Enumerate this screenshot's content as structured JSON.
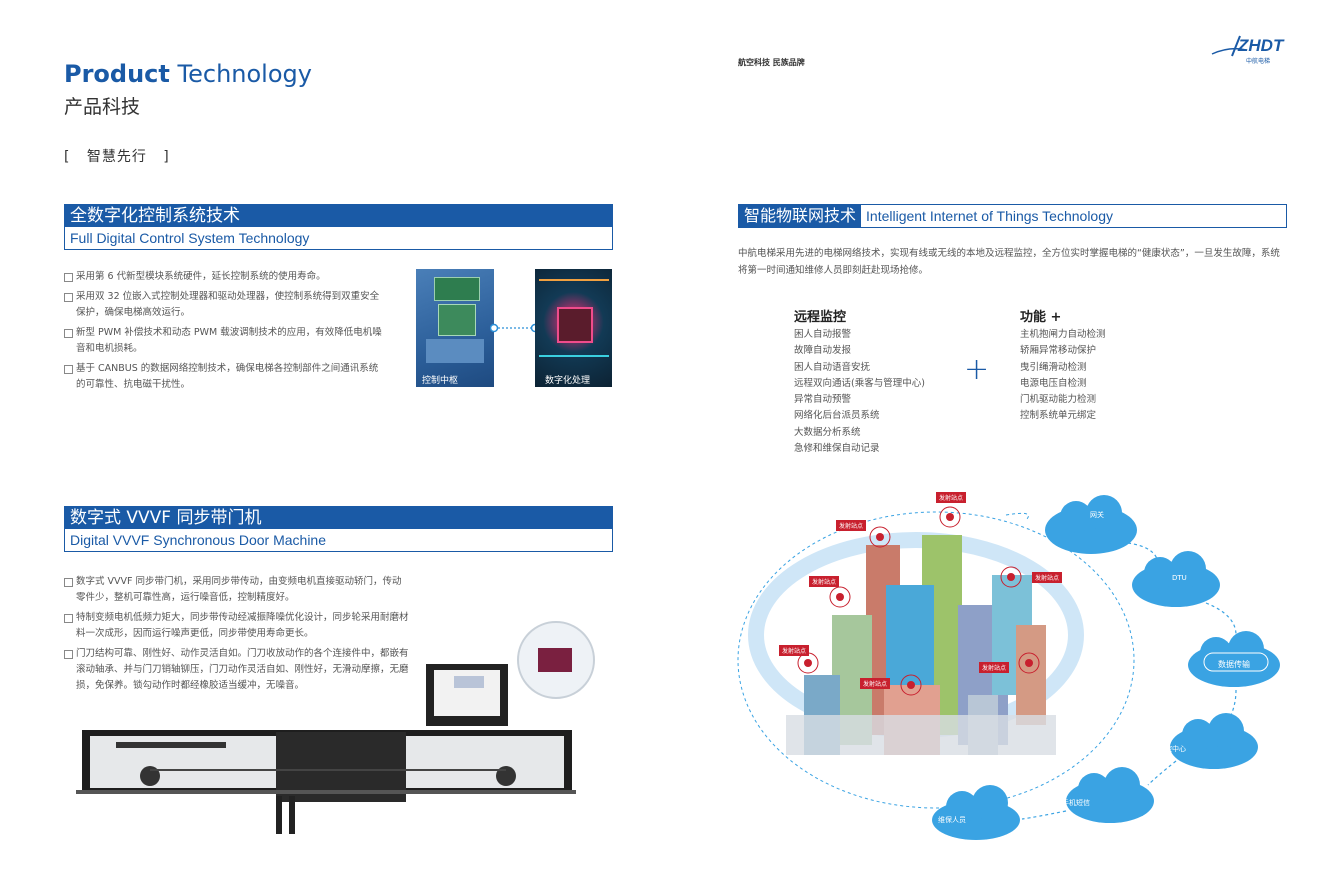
{
  "header": {
    "title_bold": "Product",
    "title_rest": "Technology",
    "title_cn": "产品科技",
    "slogan_open": "[",
    "slogan": "智慧先行",
    "slogan_close": "]"
  },
  "brand": {
    "tagline": "航空科技 民族品牌",
    "logo_text": "ZHDT",
    "logo_cn": "中航电梯"
  },
  "section_digital": {
    "title_cn": "全数字化控制系统技术",
    "title_en": "Full Digital Control System Technology",
    "bullets": [
      "采用第 6 代新型模块系统硬件，延长控制系统的使用寿命。",
      "采用双 32 位嵌入式控制处理器和驱动处理器，使控制系统得到双重安全保护，确保电梯高效运行。",
      "新型 PWM 补偿技术和动态 PWM 载波调制技术的应用，有效降低电机噪音和电机损耗。",
      "基于 CANBUS 的数据网络控制技术，确保电梯各控制部件之间通讯系统的可靠性、抗电磁干扰性。"
    ],
    "caption_left": "控制中枢",
    "caption_right": "数字化处理"
  },
  "section_door": {
    "title_cn": "数字式 VVVF 同步带门机",
    "title_en": "Digital VVVF Synchronous Door Machine",
    "bullets": [
      "数字式 VVVF 同步带门机，采用同步带传动，由变频电机直接驱动轿门，传动零件少，整机可靠性高，运行噪音低，控制精度好。",
      "特制变频电机低频力矩大，同步带传动经减振降噪优化设计，同步轮采用耐磨材料一次成形，因而运行噪声更低，同步带使用寿命更长。",
      "门刀结构可靠、刚性好、动作灵活自如。门刀收放动作的各个连接件中，都嵌有滚动轴承、并与门刀销轴铆压，门刀动作灵活自如、刚性好，无滑动摩擦，无磨损，免保养。锁勾动作时都经橡胶适当缓冲，无噪音。"
    ]
  },
  "section_iot": {
    "title_cn": "智能物联网技术",
    "title_en": "Intelligent Internet of Things Technology",
    "intro": "中航电梯采用先进的电梯网络技术，实现有线或无线的本地及远程监控，全方位实时掌握电梯的“健康状态”，一旦发生故障，系统将第一时间通知维修人员即刻赶赴现场抢修。",
    "remote_title": "远程监控",
    "remote_items": [
      "困人自动报警",
      "故障自动发报",
      "困人自动语音安抚",
      "远程双向通话(乘客与管理中心)",
      "异常自动预警",
      "网络化后台派员系统",
      "大数据分析系统",
      "急修和维保自动记录"
    ],
    "plus_sign": "+",
    "func_title": "功能 +",
    "func_items": [
      "主机抱闸力自动检测",
      "轿厢异常移动保护",
      "曳引绳滑动检测",
      "电源电压自检测",
      "门机驱动能力检测",
      "控制系统单元绑定"
    ],
    "tag_label": "发射站点",
    "cloud_labels": {
      "gateway": "网关",
      "dtu": "DTU",
      "data": "数据传输",
      "monitor": "监控中心",
      "sms": "手机短信",
      "maint": "维保人员"
    }
  },
  "colors": {
    "brand_blue": "#1a5aa6",
    "tag_red": "#c8202e",
    "cloud_blue": "#3aa3e3"
  }
}
